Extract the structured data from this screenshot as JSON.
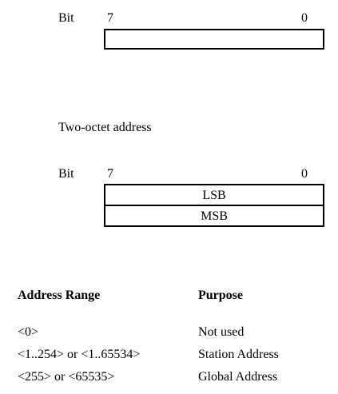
{
  "one_octet": {
    "bit_label": "Bit",
    "high_bit": "7",
    "low_bit": "0"
  },
  "two_octet": {
    "title": "Two-octet address",
    "bit_label": "Bit",
    "high_bit": "7",
    "low_bit": "0",
    "rows": [
      "LSB",
      "MSB"
    ]
  },
  "table": {
    "headers": [
      "Address Range",
      "Purpose"
    ],
    "rows": [
      {
        "range": "<0>",
        "purpose": "Not used"
      },
      {
        "range": "<1..254> or <1..65534>",
        "purpose": "Station Address"
      },
      {
        "range": "<255> or <65535>",
        "purpose": "Global Address"
      }
    ]
  }
}
